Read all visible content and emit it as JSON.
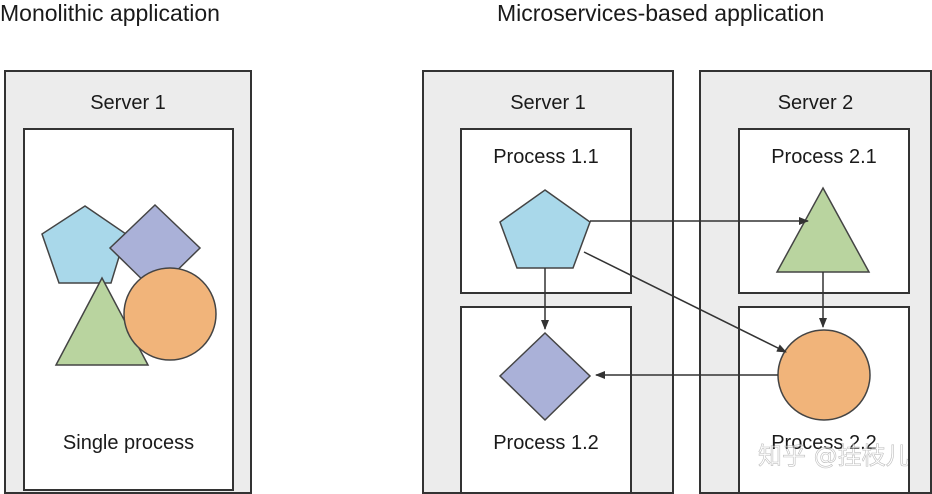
{
  "headings": {
    "monolithic": "Monolithic application",
    "microservices": "Microservices-based application"
  },
  "monolith": {
    "server_label": "Server 1",
    "process_label": "Single process"
  },
  "micro": {
    "server1_label": "Server 1",
    "server2_label": "Server 2",
    "p11": "Process 1.1",
    "p12": "Process 1.2",
    "p21": "Process 2.1",
    "p22": "Process 2.2"
  },
  "watermark": "知乎 @挂枝儿",
  "colors": {
    "pentagon": "#a9d8ea",
    "diamond": "#aab1d8",
    "triangle": "#b9d49f",
    "circle": "#f1b47a",
    "server_fill": "#ececec",
    "stroke": "#444444"
  }
}
